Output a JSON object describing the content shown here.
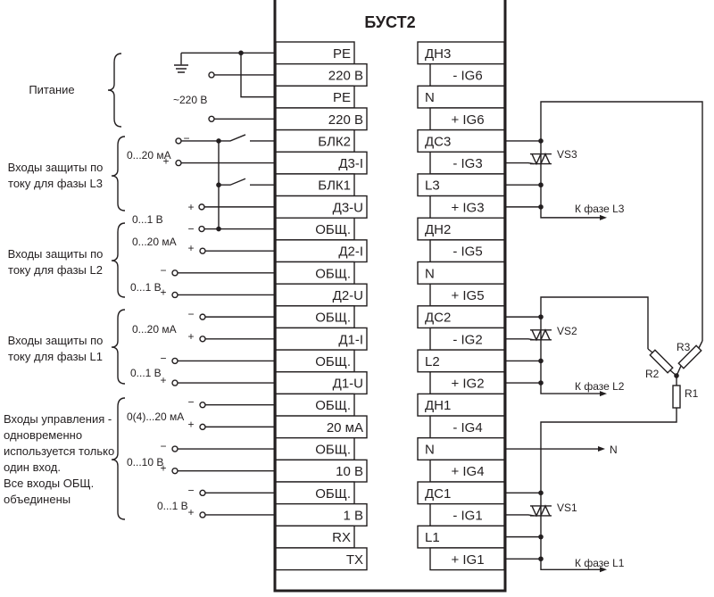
{
  "device": {
    "title": "БУСТ2",
    "left_terminals": [
      "PE",
      "220 В",
      "PE",
      "220 В",
      "БЛК2",
      "Д3-I",
      "БЛК1",
      "Д3-U",
      "ОБЩ.",
      "Д2-I",
      "ОБЩ.",
      "Д2-U",
      "ОБЩ.",
      "Д1-I",
      "ОБЩ.",
      "Д1-U",
      "ОБЩ.",
      "20 мА",
      "ОБЩ.",
      "10 В",
      "ОБЩ.",
      "1 В",
      "RX",
      "TX"
    ],
    "right_terminals": [
      "ДН3",
      "- IG6",
      "N",
      "+ IG6",
      "ДС3",
      "- IG3",
      "L3",
      "+ IG3",
      "ДН2",
      "- IG5",
      "N",
      "+ IG5",
      "ДС2",
      "- IG2",
      "L2",
      "+ IG2",
      "ДН1",
      "- IG4",
      "N",
      "+ IG4",
      "ДС1",
      "- IG1",
      "L1",
      "+ IG1"
    ]
  },
  "groups": [
    {
      "id": "power",
      "label_lines": [
        "Питание"
      ]
    },
    {
      "id": "l3",
      "label_lines": [
        "Входы защиты по",
        "току для фазы L3"
      ]
    },
    {
      "id": "l2",
      "label_lines": [
        "Входы защиты по",
        "току для фазы L2"
      ]
    },
    {
      "id": "l1",
      "label_lines": [
        "Входы защиты по",
        "току для фазы L1"
      ]
    },
    {
      "id": "control",
      "label_lines": [
        "Входы управления -",
        "одновременно",
        "используется только",
        "один вход.",
        "Все входы ОБЩ.",
        "объединены"
      ]
    }
  ],
  "input_labels": {
    "power_voltage": "~220 В",
    "l3_current": "0...20 мА",
    "l3_voltage": "0...1 В",
    "l2_current": "0...20 мА",
    "l2_voltage": "0...1 В",
    "l1_current": "0...20 мА",
    "l1_voltage": "0...1 В",
    "ctrl_current": "0(4)...20 мА",
    "ctrl_10v": "0...10 В",
    "ctrl_1v": "0...1 В",
    "minus": "−",
    "plus": "+"
  },
  "output_circuit": {
    "triacs": [
      "VS3",
      "VS2",
      "VS1"
    ],
    "phase_outputs": [
      "К фазе L3",
      "К фазе L2",
      "К фазе L1"
    ],
    "neutral": "N",
    "resistors": [
      "R1",
      "R2",
      "R3"
    ]
  }
}
